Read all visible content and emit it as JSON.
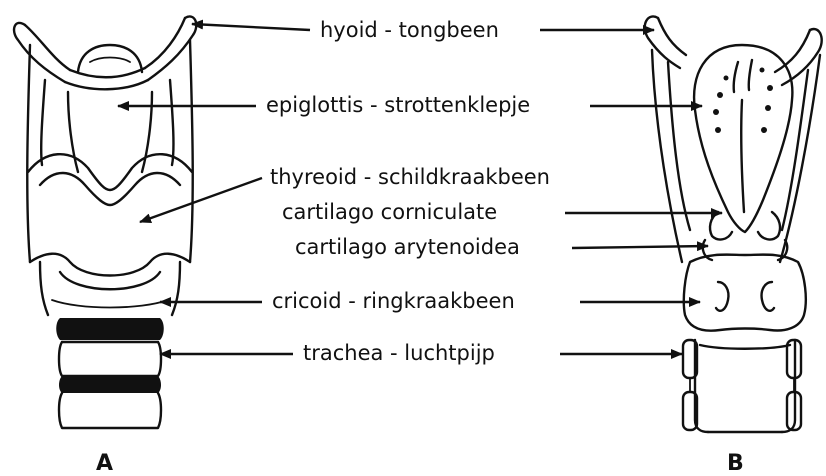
{
  "labels": [
    {
      "id": "hyoid",
      "text": "hyoid - tongbeen"
    },
    {
      "id": "epiglottis",
      "text": "epiglottis - strottenklepje"
    },
    {
      "id": "thyreoid",
      "text": "thyreoid - schildkraakbeen"
    },
    {
      "id": "corniculate",
      "text": "cartilago corniculate"
    },
    {
      "id": "arytenoidea",
      "text": "cartilago arytenoidea"
    },
    {
      "id": "cricoid",
      "text": "cricoid - ringkraakbeen"
    },
    {
      "id": "trachea",
      "text": "trachea - luchtpijp"
    }
  ],
  "panels": {
    "a": "A",
    "b": "B"
  }
}
